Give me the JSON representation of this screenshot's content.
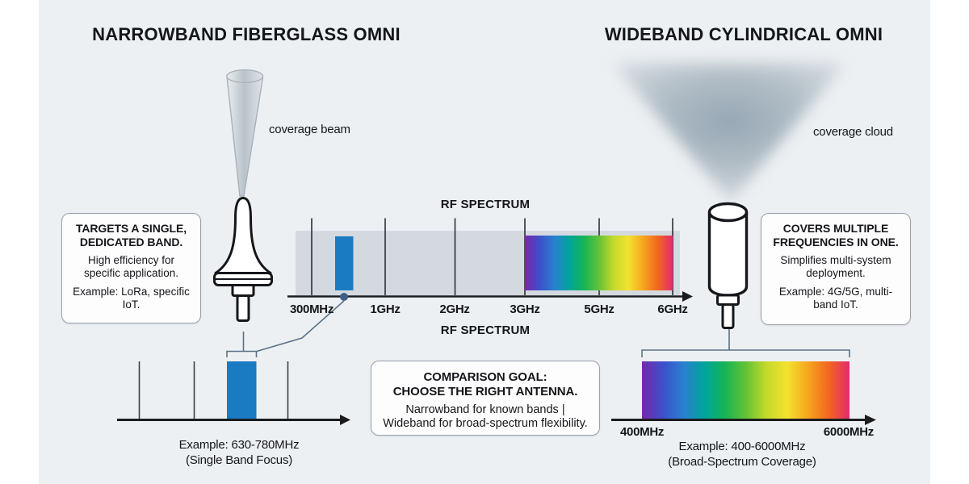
{
  "left_panel": {
    "title": "NARROWBAND FIBERGLASS OMNI",
    "beam_label": "coverage beam",
    "callout": {
      "heading": "TARGETS A SINGLE, DEDICATED BAND.",
      "body": "High efficiency for specific application.",
      "example": "Example: LoRa, specific IoT."
    },
    "example_chart": {
      "caption": "Example: 630-780MHz",
      "subcaption": "(Single Band Focus)"
    }
  },
  "right_panel": {
    "title": "WIDEBAND CYLINDRICAL OMNI",
    "cloud_label": "coverage cloud",
    "callout": {
      "heading": "COVERS MULTIPLE FREQUENCIES IN ONE.",
      "body": "Simplifies multi-system deployment.",
      "example": "Example: 4G/5G, multi-band IoT."
    },
    "example_chart": {
      "start_label": "400MHz",
      "end_label": "6000MHz",
      "caption": "Example: 400-6000MHz",
      "subcaption": "(Broad-Spectrum Coverage)"
    }
  },
  "spectrum": {
    "title_top": "RF SPECTRUM",
    "title_bottom": "RF SPECTRUM",
    "tick_labels": [
      "300MHz",
      "1GHz",
      "2GHz",
      "3GHz",
      "5GHz",
      "6GHz"
    ]
  },
  "comparison": {
    "heading1": "COMPARISON GOAL:",
    "heading2": "CHOOSE THE RIGHT ANTENNA.",
    "body": "Narrowband for known bands  |  Wideband for broad-spectrum flexibility."
  },
  "colors": {
    "content_bg": "#edf0f3",
    "band_bg": "#d4d9e0",
    "accent_blue": "#1a7ac2",
    "axis": "#1b1c1e",
    "connector": "#5b7187",
    "box_border": "#99a1ab",
    "text": "#141619",
    "dot": "#3e5f88",
    "rainbow": [
      "#7a27a8",
      "#3d4fcb",
      "#2a80d0",
      "#00a49c",
      "#16b456",
      "#62c236",
      "#c4d92b",
      "#f4e22f",
      "#f6a51d",
      "#f2661f",
      "#e42a6d"
    ]
  }
}
